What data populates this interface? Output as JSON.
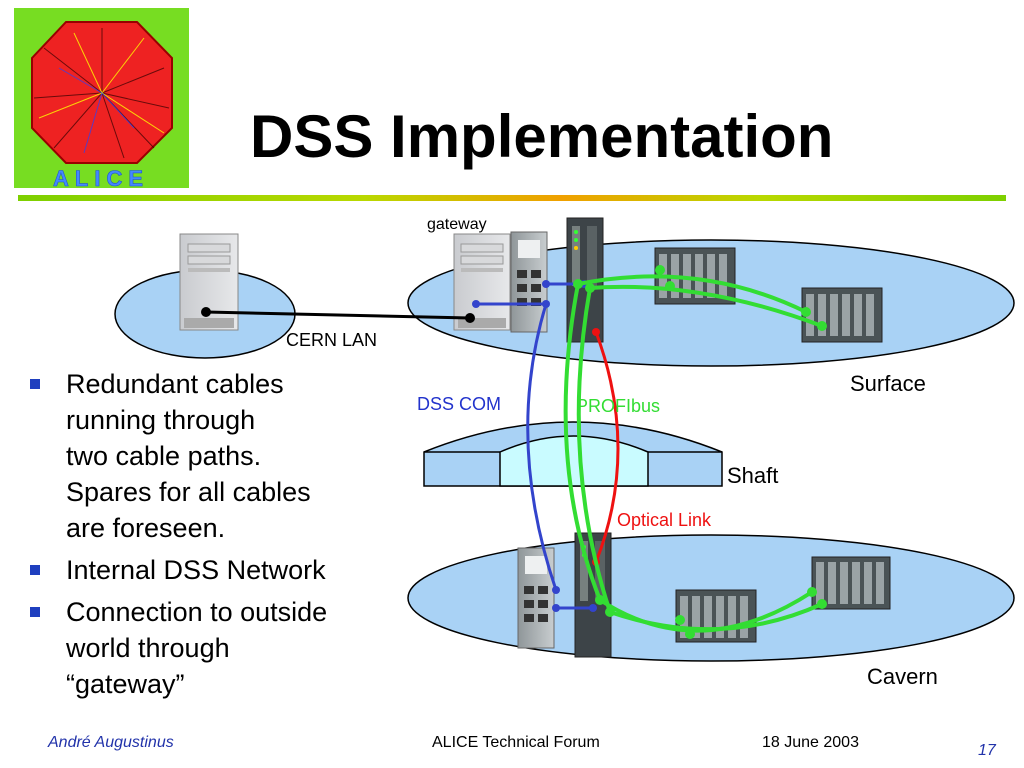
{
  "slide": {
    "title": "DSS Implementation",
    "logo_text": "ALICE"
  },
  "diagram": {
    "labels": {
      "gateway": "gateway",
      "cern_lan": "CERN LAN",
      "dss_com": "DSS COM",
      "profibus": "PROFIbus",
      "optical_link": "Optical Link",
      "surface": "Surface",
      "shaft": "Shaft",
      "cavern": "Cavern"
    },
    "colors": {
      "ellipse_fill": "#a9d2f5",
      "shaft_fill": "#c9fbff",
      "dss_com": "#3344cc",
      "profibus": "#33dd33",
      "optical_link": "#ee1111",
      "cern_lan": "#000000"
    }
  },
  "bullets": [
    {
      "lines": [
        "Redundant cables",
        "running through",
        "two cable paths.",
        "Spares for all cables",
        "are foreseen."
      ]
    },
    {
      "lines": [
        "Internal DSS Network"
      ]
    },
    {
      "lines": [
        "Connection to outside",
        "world through",
        "“gateway”"
      ]
    }
  ],
  "footer": {
    "author": "André Augustinus",
    "forum": "ALICE Technical Forum",
    "date": "18 June 2003",
    "page": "17"
  }
}
